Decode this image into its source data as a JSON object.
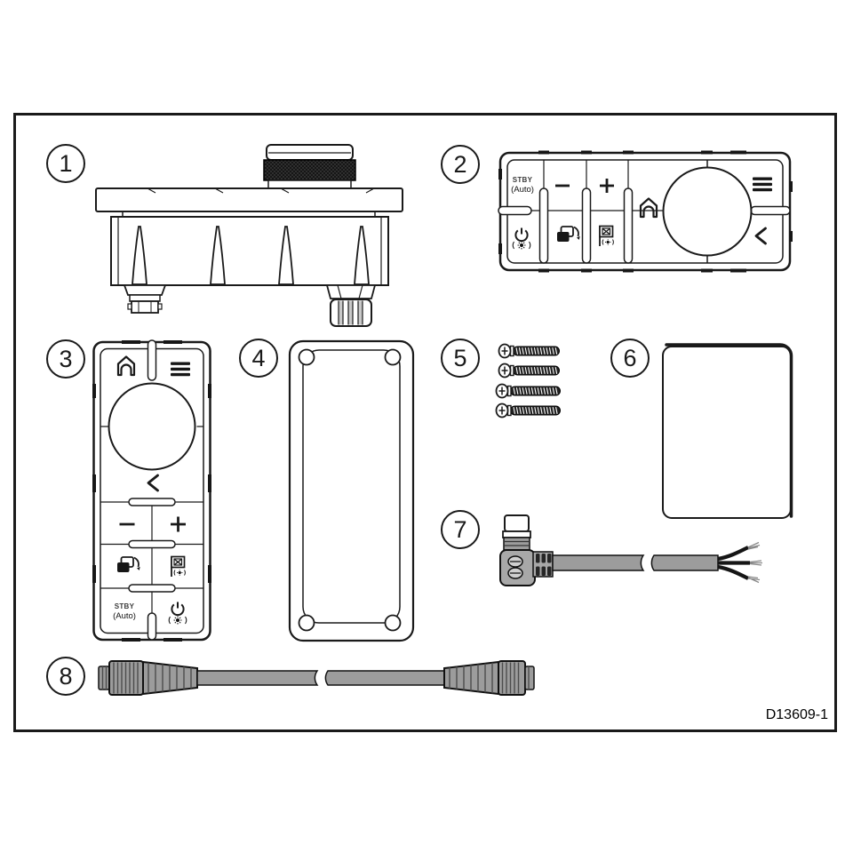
{
  "frame": {
    "color": "#1a1a1a"
  },
  "footer": {
    "drawing_number": "D13609-1"
  },
  "controls": {
    "stby": "STBY",
    "auto": "(Auto)"
  },
  "items": [
    {
      "number": "1",
      "name": "control-head-rear-side-view"
    },
    {
      "number": "2",
      "name": "control-head-front-landscape"
    },
    {
      "number": "3",
      "name": "control-head-front-portrait"
    },
    {
      "number": "4",
      "name": "mounting-gasket"
    },
    {
      "number": "5",
      "name": "fixing-screws",
      "quantity": 4
    },
    {
      "number": "6",
      "name": "documentation-sheet"
    },
    {
      "number": "7",
      "name": "right-angle-power-cable"
    },
    {
      "number": "8",
      "name": "network-backbone-cable"
    }
  ],
  "icons": {
    "power": "power-brightness-icon",
    "display_switch": "display-switch-icon",
    "pilot_flag": "pilot-disengage-flag-icon",
    "home": "home-icon",
    "menu": "menu-icon",
    "back": "back-chevron-icon",
    "knob": "rotary-knob",
    "minus": "minus-icon",
    "plus": "plus-icon"
  },
  "colors": {
    "line": "#1a1a1a",
    "cable_gray": "#9c9c9c",
    "connector_gray": "#a8a8a8",
    "knurl_black": "#161616"
  }
}
